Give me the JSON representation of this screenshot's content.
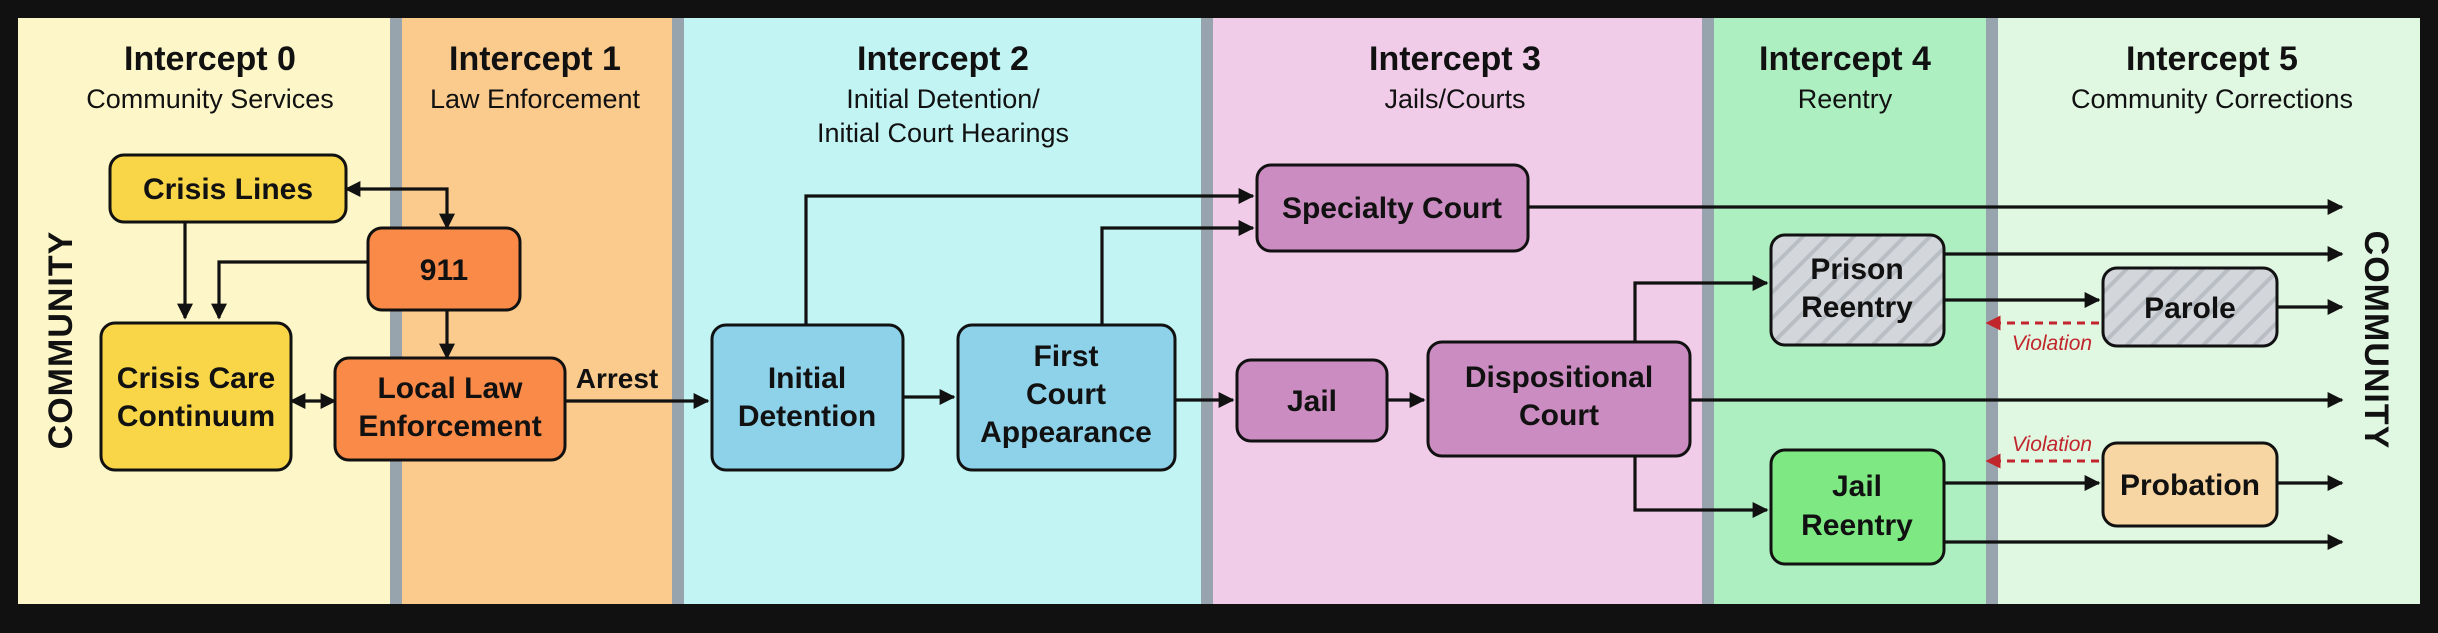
{
  "columns": [
    {
      "id": "intercept-0",
      "title": "Intercept 0",
      "subtitle": [
        "Community Services"
      ],
      "color": "#fdf6c8"
    },
    {
      "id": "intercept-1",
      "title": "Intercept 1",
      "subtitle": [
        "Law Enforcement"
      ],
      "color": "#fbcb8d"
    },
    {
      "id": "intercept-2",
      "title": "Intercept 2",
      "subtitle": [
        "Initial Detention/",
        "Initial Court Hearings"
      ],
      "color": "#c2f4f4"
    },
    {
      "id": "intercept-3",
      "title": "Intercept 3",
      "subtitle": [
        "Jails/Courts"
      ],
      "color": "#f0cce9"
    },
    {
      "id": "intercept-4",
      "title": "Intercept 4",
      "subtitle": [
        "Reentry"
      ],
      "color": "#aeefc2"
    },
    {
      "id": "intercept-5",
      "title": "Intercept 5",
      "subtitle": [
        "Community Corrections"
      ],
      "color": "#e0f7e1"
    }
  ],
  "side_labels": {
    "left": "COMMUNITY",
    "right": "COMMUNITY"
  },
  "nodes": [
    {
      "id": "crisis-lines",
      "lines": [
        "Crisis Lines"
      ],
      "fill": "#f9d648"
    },
    {
      "id": "911",
      "lines": [
        "911"
      ],
      "fill": "#f98a47"
    },
    {
      "id": "crisis-care-continuum",
      "lines": [
        "Crisis Care",
        "Continuum"
      ],
      "fill": "#f9d648"
    },
    {
      "id": "local-law-enforcement",
      "lines": [
        "Local Law",
        "Enforcement"
      ],
      "fill": "#f98a47"
    },
    {
      "id": "initial-detention",
      "lines": [
        "Initial",
        "Detention"
      ],
      "fill": "#8ed2ea"
    },
    {
      "id": "first-court-appearance",
      "lines": [
        "First",
        "Court",
        "Appearance"
      ],
      "fill": "#8ed2ea"
    },
    {
      "id": "specialty-court",
      "lines": [
        "Specialty Court"
      ],
      "fill": "#cb8cc1"
    },
    {
      "id": "jail",
      "lines": [
        "Jail"
      ],
      "fill": "#cb8cc1"
    },
    {
      "id": "dispositional-court",
      "lines": [
        "Dispositional",
        "Court"
      ],
      "fill": "#cb8cc1"
    },
    {
      "id": "prison-reentry",
      "lines": [
        "Prison",
        "Reentry"
      ],
      "fill": "#d3d7db",
      "hatched": true
    },
    {
      "id": "parole",
      "lines": [
        "Parole"
      ],
      "fill": "#d3d7db",
      "hatched": true
    },
    {
      "id": "jail-reentry",
      "lines": [
        "Jail",
        "Reentry"
      ],
      "fill": "#7ee882"
    },
    {
      "id": "probation",
      "lines": [
        "Probation"
      ],
      "fill": "#f8d6a3"
    }
  ],
  "edge_labels": {
    "arrest": "Arrest",
    "violation": "Violation"
  },
  "colors": {
    "frame": "#111111",
    "divider": "#97a4ad",
    "violation": "#c0262c"
  }
}
